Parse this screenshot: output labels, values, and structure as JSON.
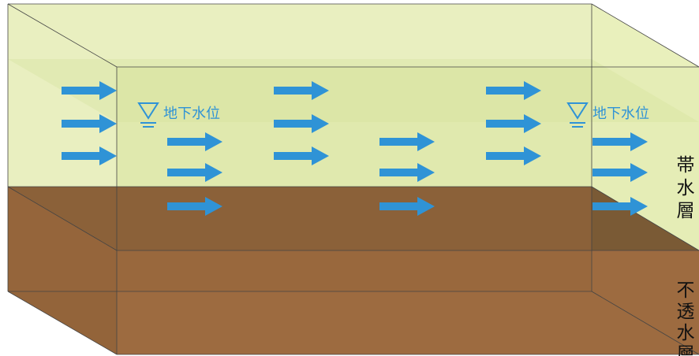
{
  "labels": {
    "water_table_left": "地下水位",
    "water_table_right": "地下水位",
    "aquifer": "帯水層",
    "aquiclude": "不透水層"
  },
  "colors": {
    "aquifer_light": "#eef3c2",
    "aquifer_mid": "#d7e4a6",
    "soil": "#9b6a3f",
    "soil_dark": "#8a5e36",
    "arrow": "#2f93d6",
    "water_table_label": "#2f93d6"
  },
  "icons": [
    "water-table-triangle-icon",
    "flow-arrow-icon"
  ]
}
